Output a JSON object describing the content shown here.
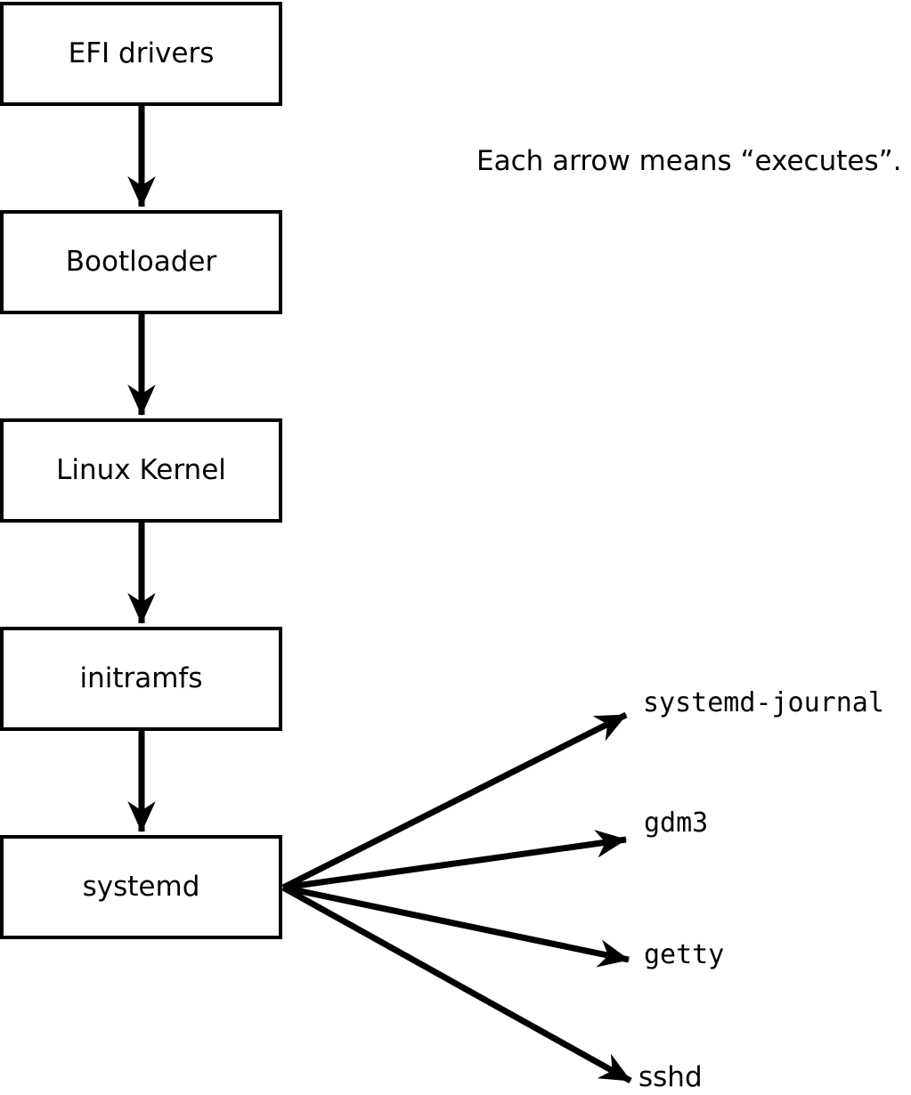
{
  "diagram": {
    "note": "Each arrow means “executes”.",
    "chain": [
      "EFI drivers",
      "Bootloader",
      "Linux Kernel",
      "initramfs",
      "systemd"
    ],
    "children": [
      "systemd-journal",
      "gdm3",
      "getty",
      "sshd"
    ]
  },
  "colors": {
    "line": "#000000",
    "box_border": "#000000",
    "box_fill": "#ffffff",
    "background": "#ffffff"
  }
}
